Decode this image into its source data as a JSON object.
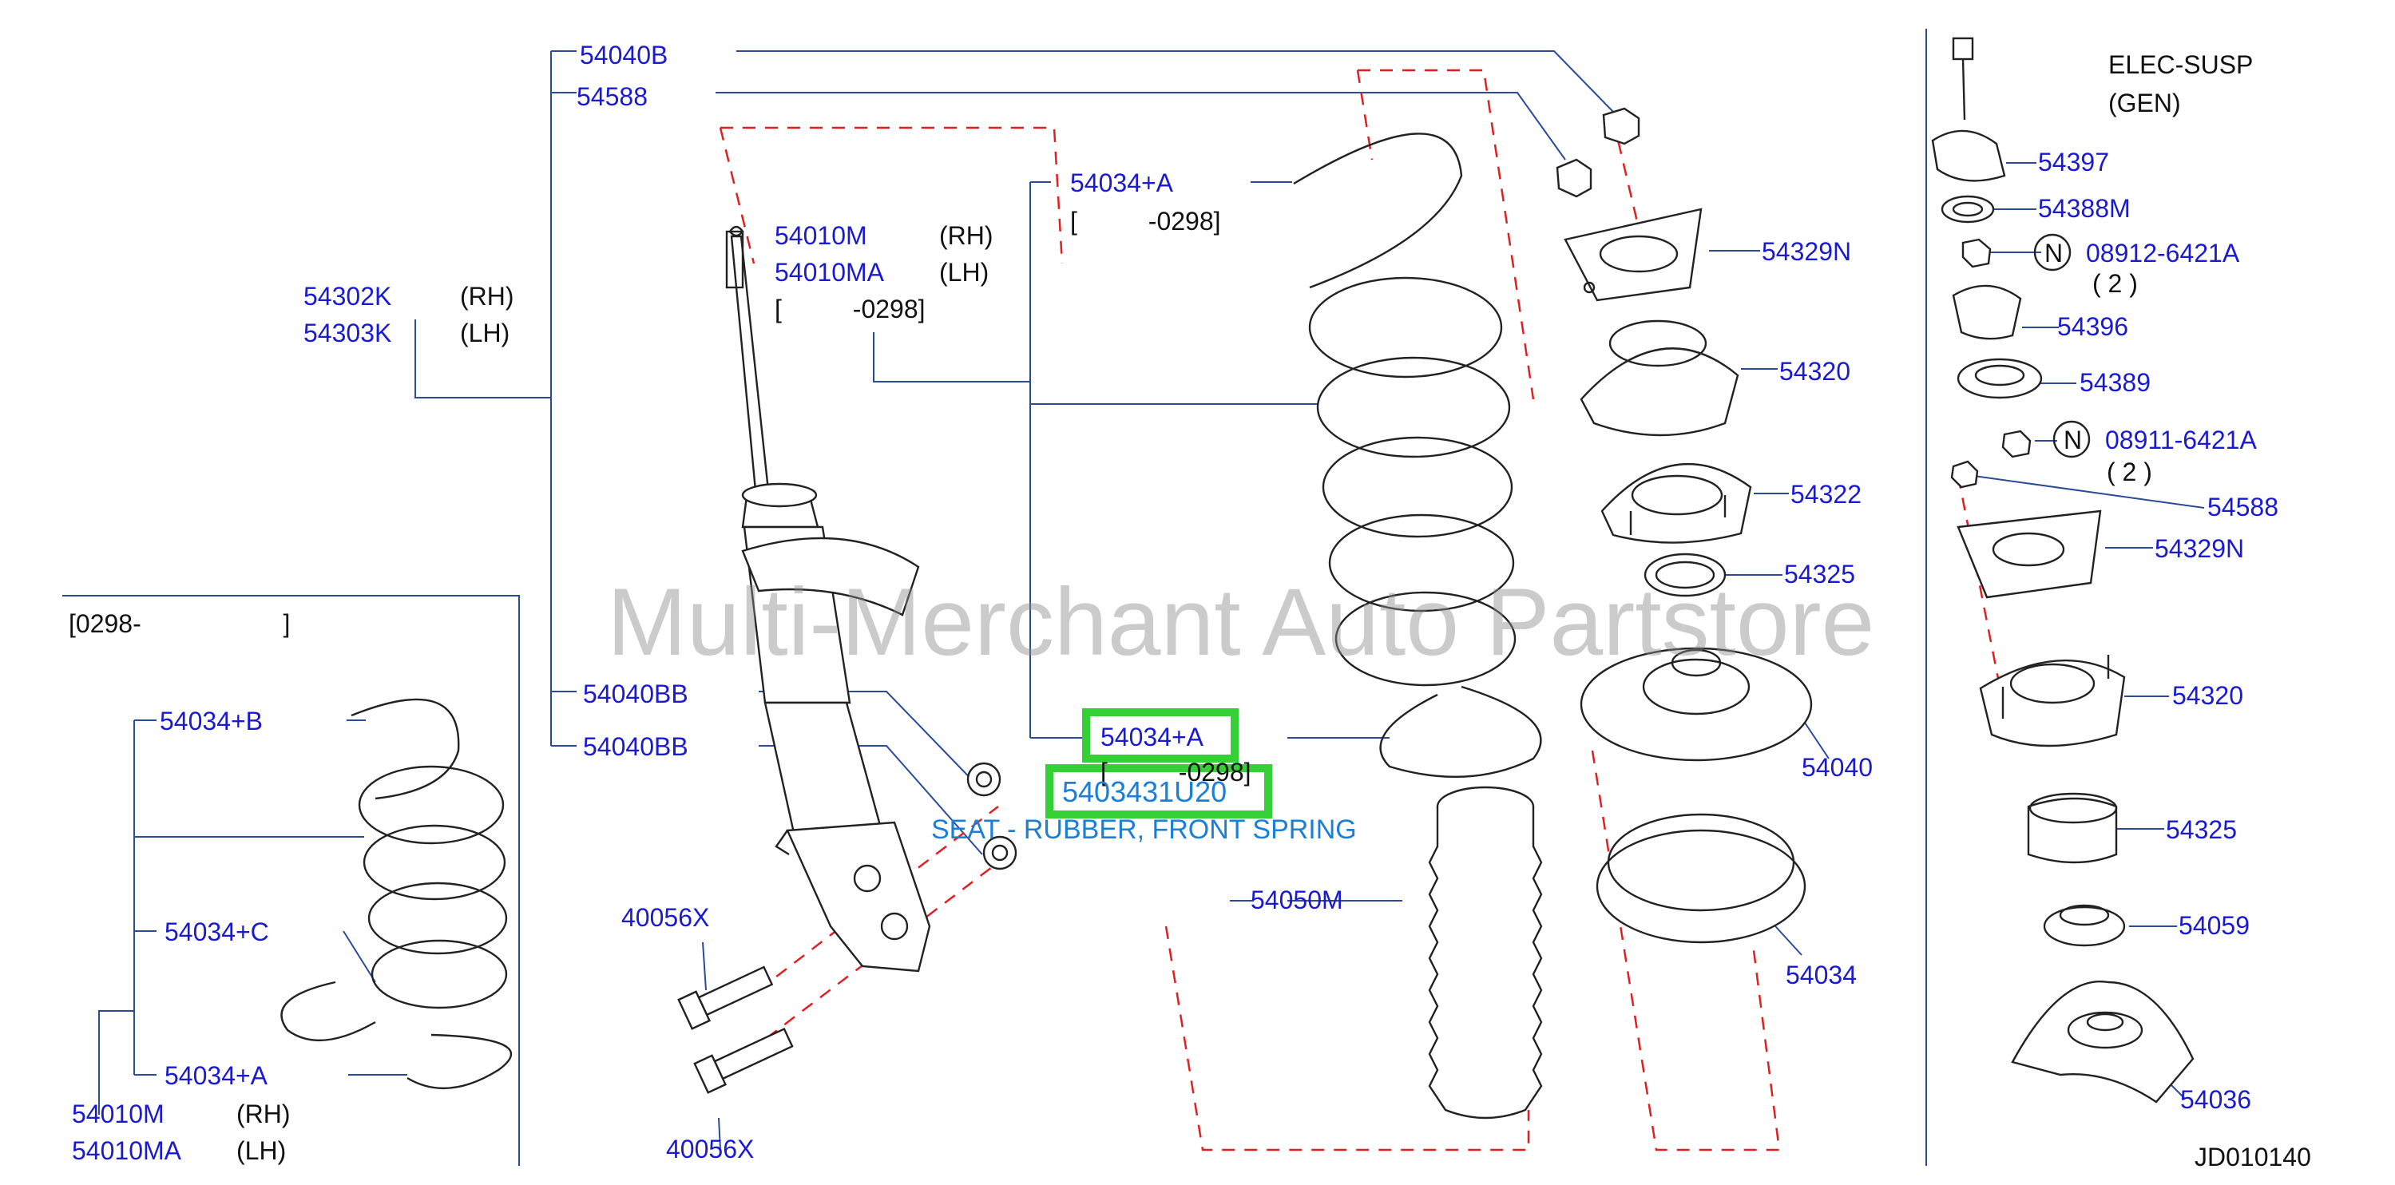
{
  "labels": {
    "p54040B": "54040B",
    "p54588_top": "54588",
    "p54302K": "54302K",
    "p54303K": "54303K",
    "rh_1": "(RH)",
    "lh_1": "(LH)",
    "p54010M_a": "54010M",
    "p54010MA_a": "54010MA",
    "rh_2": "(RH)",
    "lh_2": "(LH)",
    "bracket_a": "[          -0298]",
    "p54034A_top": "54034+A",
    "bracket_b": "[          -0298]",
    "p54329N_a": "54329N",
    "p54320_a": "54320",
    "p54322": "54322",
    "p54325_a": "54325",
    "p54040": "54040",
    "p54034": "54034",
    "p54050M": "54050M",
    "p54040BB_1": "54040BB",
    "p54040BB_2": "54040BB",
    "p40056X_1": "40056X",
    "p40056X_2": "40056X",
    "p54034A_mid": "54034+A",
    "bracket_c": "[          -0298]",
    "range_box": "[0298-                    ]",
    "p54034B": "54034+B",
    "p54034C": "54034+C",
    "p54034A_low": "54034+A",
    "p54010M_b": "54010M",
    "p54010MA_b": "54010MA",
    "rh_3": "(RH)",
    "lh_3": "(LH)",
    "elec_susp": "ELEC-SUSP",
    "gen": "(GEN)",
    "p54397": "54397",
    "p54388M": "54388M",
    "n_mark_1": "N",
    "p08912": "08912-6421A",
    "qty_1": "( 2 )",
    "p54396": "54396",
    "p54389": "54389",
    "n_mark_2": "N",
    "p08911": "08911-6421A",
    "qty_2": "( 2 )",
    "p54588_right": "54588",
    "p54329N_b": "54329N",
    "p54320_b": "54320",
    "p54325_b": "54325",
    "p54059": "54059",
    "p54036": "54036",
    "diagram_code": "JD010140"
  },
  "selection": {
    "part_number": "5403431U20",
    "description": "SEAT - RUBBER, FRONT SPRING"
  },
  "watermark": "Multi-Merchant Auto Partstore",
  "colors": {
    "label": "#1a1ad0",
    "callout_line": "#2a4a9a",
    "dashed_line": "#e02020",
    "highlight": "#35d035",
    "selected_text": "#1a7fd8"
  }
}
